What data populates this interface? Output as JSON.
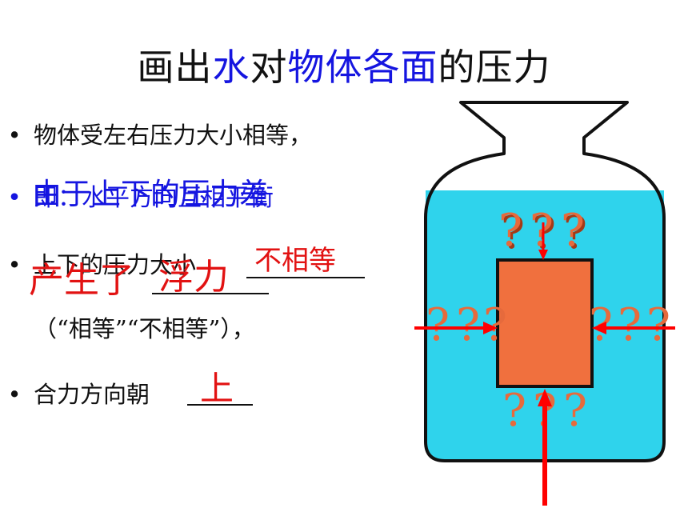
{
  "title": {
    "part1": "画出",
    "part2": "水",
    "part3": "对",
    "part4": "物体各面",
    "part5": "的压力"
  },
  "bullets": [
    {
      "marker": "•",
      "text": "物体受左右压力大小相等，"
    },
    {
      "marker": "•",
      "text": "即：水平方向互相平衡"
    },
    {
      "marker": "•",
      "text": "上下的压力大小"
    },
    {
      "marker": "",
      "text": "（“相等”“不相等”），"
    },
    {
      "marker": "•",
      "text": "合力方向朝"
    }
  ],
  "overlays": {
    "line2_blue": "由于上下的压力差",
    "line3_red": "产生了",
    "float_answer": "浮力",
    "unequal_answer": "不相等",
    "direction_answer": "上"
  },
  "diagram": {
    "question_marks": [
      "?",
      "?",
      "?",
      "?",
      "?",
      "?",
      "?",
      "?",
      "?",
      "?",
      "?",
      "?"
    ],
    "colors": {
      "water": "#2fd3ec",
      "block": "#f0703e",
      "arrow": "#ff0000",
      "outline": "#111111",
      "question": "#e66a3c"
    }
  }
}
